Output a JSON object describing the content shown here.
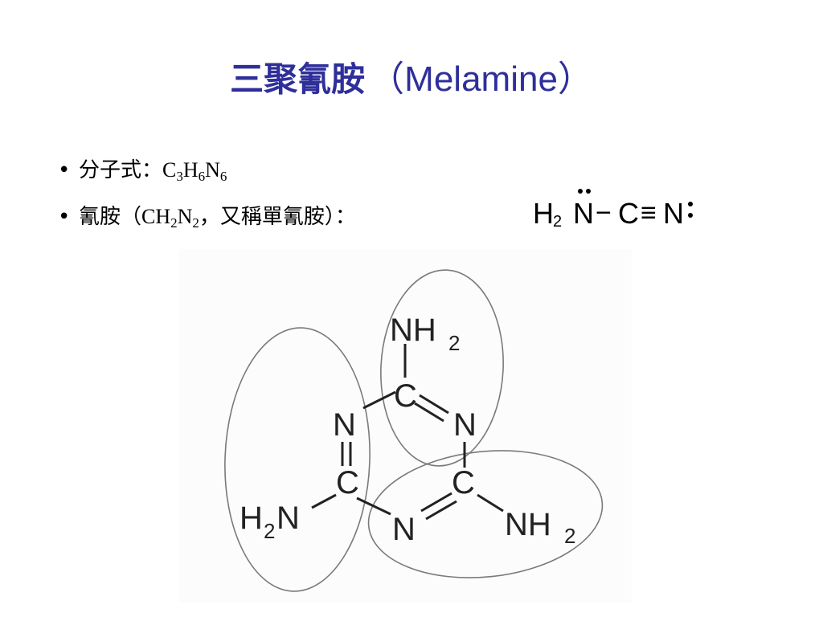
{
  "slide": {
    "title_cjk": "三聚氰胺",
    "title_latin": "（Melamine）"
  },
  "bullets": {
    "dot": "•",
    "formula": {
      "label": "分子式：",
      "atoms": [
        {
          "el": "C",
          "n": "3"
        },
        {
          "el": "H",
          "n": "6"
        },
        {
          "el": "N",
          "n": "6"
        }
      ]
    },
    "cyanamide": {
      "prefix": "氰胺（",
      "atoms": [
        {
          "el": "CH",
          "n": "2"
        },
        {
          "el": "N",
          "n": "2"
        }
      ],
      "suffix": "，又稱單氰胺）："
    }
  },
  "cyanamide_structure": {
    "h": "H",
    "h_sub": "2",
    "n_left": "N",
    "bond_single": "−",
    "c": "C",
    "bond_triple": "≡",
    "n_right": "N"
  },
  "melamine_structure": {
    "top_amine": "NH",
    "top_amine_sub": "2",
    "top_c": "C",
    "ring_n_left": "N",
    "ring_n_right": "N",
    "ring_n_bottom": "N",
    "left_c": "C",
    "right_c": "C",
    "left_amine_h": "H",
    "left_amine_sub": "2",
    "left_amine_n": "N",
    "right_amine": "NH",
    "right_amine_sub": "2"
  }
}
